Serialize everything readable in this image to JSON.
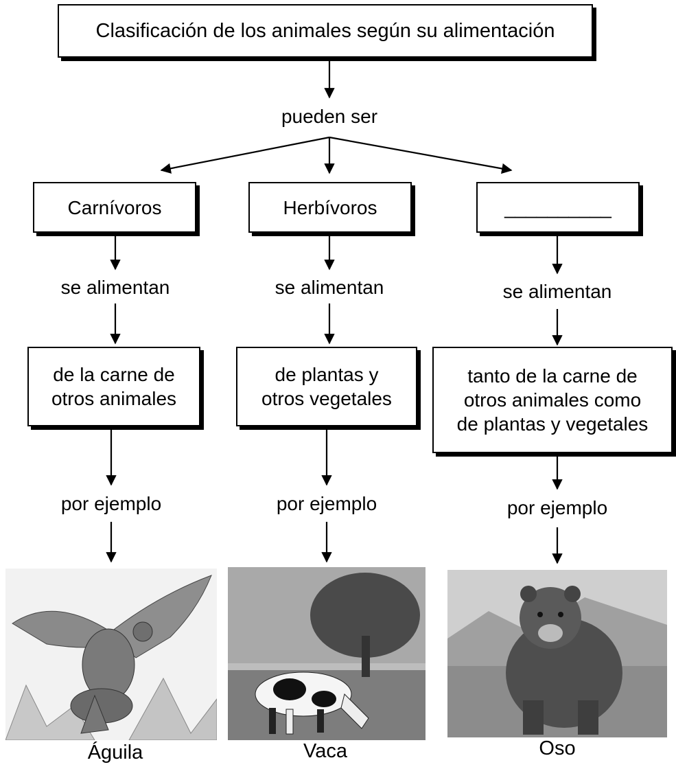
{
  "title": "Clasificación de los animales según su alimentación",
  "connector": "pueden ser",
  "columns": [
    {
      "category": "Carnívoros",
      "verb": "se alimentan",
      "diet_line1": "de la carne de",
      "diet_line2": "otros animales",
      "diet_line3": "",
      "example_label": "por ejemplo",
      "animal": "Águila"
    },
    {
      "category": "Herbívoros",
      "verb": "se alimentan",
      "diet_line1": "de plantas y",
      "diet_line2": "otros vegetales",
      "diet_line3": "",
      "example_label": "por ejemplo",
      "animal": "Vaca"
    },
    {
      "category": "__________",
      "verb": "se alimentan",
      "diet_line1": "tanto de la carne de",
      "diet_line2": "otros animales como",
      "diet_line3": "de plantas y vegetales",
      "example_label": "por ejemplo",
      "animal": "Oso"
    }
  ]
}
